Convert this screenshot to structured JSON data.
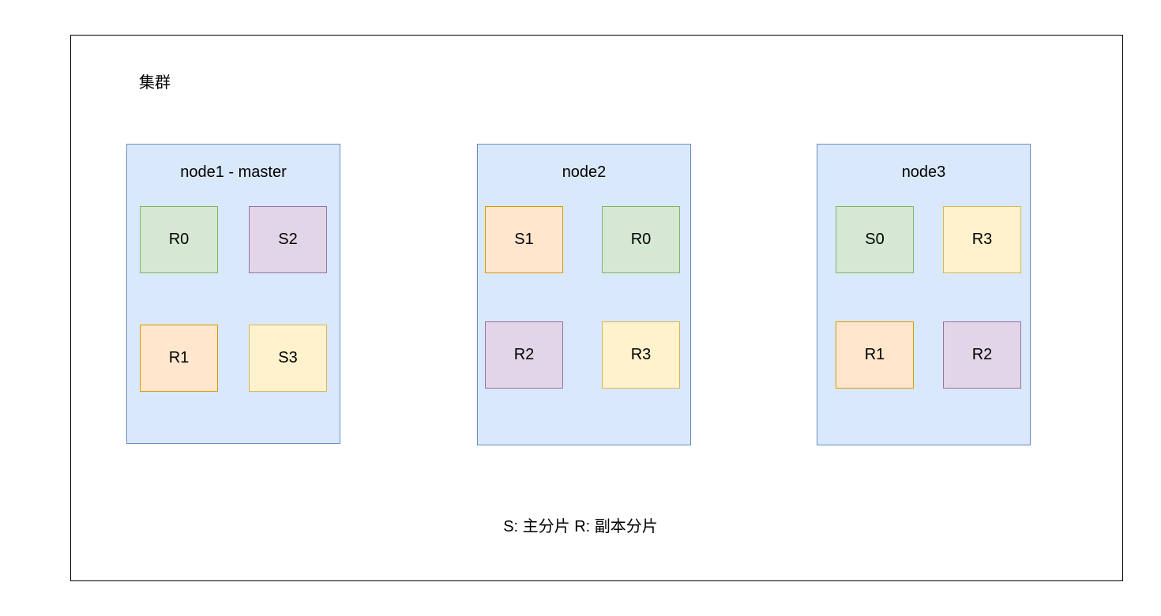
{
  "cluster": {
    "title": "集群"
  },
  "legend": "S: 主分片  R: 副本分片",
  "colors": {
    "green": {
      "fill": "#d5e8d4",
      "stroke": "#82b366"
    },
    "purple": {
      "fill": "#e1d5e7",
      "stroke": "#9673a6"
    },
    "orange": {
      "fill": "#ffe6cc",
      "stroke": "#d79b00"
    },
    "yellow": {
      "fill": "#fff2cc",
      "stroke": "#d6b656"
    },
    "node": {
      "fill": "#dae8fc",
      "stroke": "#6c8ebf"
    }
  },
  "nodes": [
    {
      "title": "node1 - master",
      "shards": [
        {
          "label": "R0",
          "color": "green"
        },
        {
          "label": "S2",
          "color": "purple"
        },
        {
          "label": "R1",
          "color": "orange"
        },
        {
          "label": "S3",
          "color": "yellow"
        }
      ]
    },
    {
      "title": "node2",
      "shards": [
        {
          "label": "S1",
          "color": "orange"
        },
        {
          "label": "R0",
          "color": "green"
        },
        {
          "label": "R2",
          "color": "purple"
        },
        {
          "label": "R3",
          "color": "yellow"
        }
      ]
    },
    {
      "title": "node3",
      "shards": [
        {
          "label": "S0",
          "color": "green"
        },
        {
          "label": "R3",
          "color": "yellow"
        },
        {
          "label": "R1",
          "color": "orange"
        },
        {
          "label": "R2",
          "color": "purple"
        }
      ]
    }
  ]
}
